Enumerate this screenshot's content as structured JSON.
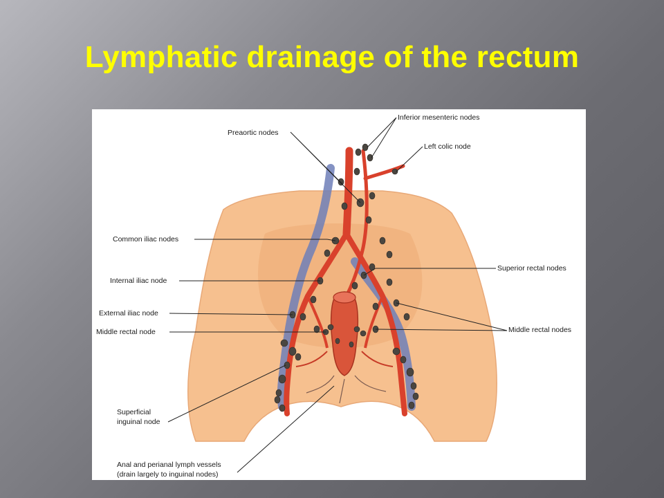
{
  "slide": {
    "title": "Lymphatic drainage of the rectum"
  },
  "diagram": {
    "labels": {
      "preaortic": "Preaortic nodes",
      "inferior_mesenteric": "Inferior mesenteric nodes",
      "left_colic": "Left colic node",
      "common_iliac": "Common iliac nodes",
      "superior_rectal": "Superior rectal nodes",
      "internal_iliac": "Internal iliac node",
      "external_iliac": "External iliac node",
      "middle_rectal_left": "Middle rectal node",
      "middle_rectal_right": "Middle rectal nodes",
      "superficial_inguinal_1": "Superficial",
      "superficial_inguinal_2": "inguinal node",
      "anal_vessels_1": "Anal and perianal lymph vessels",
      "anal_vessels_2": "(drain largely to inguinal nodes)"
    },
    "colors": {
      "skin": "#f6c08f",
      "skin_shadow": "#eba66f",
      "artery": "#d9412c",
      "vein": "#6f7fb8",
      "node": "#4a4640",
      "leader_line": "#222222"
    }
  }
}
